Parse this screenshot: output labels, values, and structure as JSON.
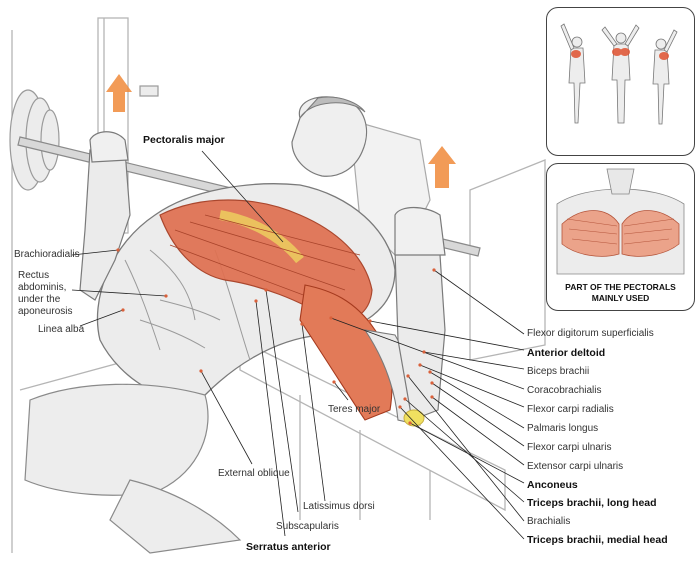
{
  "colors": {
    "muscle": "#d9603a",
    "muscle_light": "#f2a07a",
    "highlight": "#f0e060",
    "arrow": "#f08a3a",
    "line": "#222222",
    "sketch": "#b5b5b5"
  },
  "inset": {
    "caption_line1": "PART OF THE PECTORALS",
    "caption_line2": "MAINLY USED"
  },
  "labels": {
    "pectoralis_major": "Pectoralis major",
    "brachioradialis": "Brachioradialis",
    "rectus_l1": "Rectus",
    "rectus_l2": "abdominis,",
    "rectus_l3": "under the",
    "rectus_l4": "aponeurosis",
    "linea_alba": "Linea alba",
    "external_oblique": "External oblique",
    "teres_major": "Teres major",
    "latissimus_dorsi": "Latissimus dorsi",
    "subscapularis": "Subscapularis",
    "serratus_anterior": "Serratus anterior",
    "flexor_digitorum": "Flexor digitorum superficialis",
    "anterior_deltoid": "Anterior deltoid",
    "biceps_brachii": "Biceps brachii",
    "coracobrachialis": "Coracobrachialis",
    "flexor_carpi_radialis": "Flexor carpi radialis",
    "palmaris_longus": "Palmaris longus",
    "flexor_carpi_ulnaris": "Flexor carpi ulnaris",
    "extensor_carpi_ulnaris": "Extensor carpi ulnaris",
    "anconeus": "Anconeus",
    "triceps_long": "Triceps brachii, long head",
    "brachialis": "Brachialis",
    "triceps_medial": "Triceps brachii, medial head"
  }
}
